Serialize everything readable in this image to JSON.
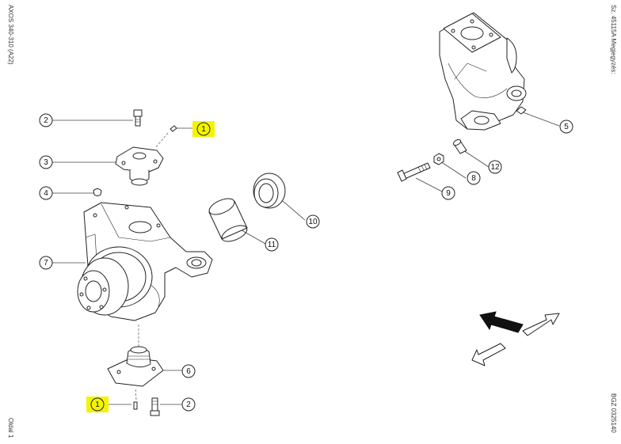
{
  "side_labels": {
    "left_top": "AXOS 340-310 (A22)",
    "left_bottom": "Oldal 1",
    "right_top": "Sz. 45115A Megjegyzés:",
    "right_bottom": "BGZ 0325140"
  },
  "callouts": [
    {
      "id": "c1a",
      "label": "1",
      "highlight": true
    },
    {
      "id": "c2a",
      "label": "2",
      "highlight": false
    },
    {
      "id": "c3",
      "label": "3",
      "highlight": false
    },
    {
      "id": "c4",
      "label": "4",
      "highlight": false
    },
    {
      "id": "c7",
      "label": "7",
      "highlight": false
    },
    {
      "id": "c10",
      "label": "10",
      "highlight": false
    },
    {
      "id": "c11",
      "label": "11",
      "highlight": false
    },
    {
      "id": "c6",
      "label": "6",
      "highlight": false
    },
    {
      "id": "c1b",
      "label": "1",
      "highlight": true
    },
    {
      "id": "c2b",
      "label": "2",
      "highlight": false
    },
    {
      "id": "c5",
      "label": "5",
      "highlight": false
    },
    {
      "id": "c12",
      "label": "12",
      "highlight": false
    },
    {
      "id": "c8",
      "label": "8",
      "highlight": false
    },
    {
      "id": "c9",
      "label": "9",
      "highlight": false
    }
  ],
  "colors": {
    "highlight": "#f4f400",
    "line": "#222222"
  }
}
